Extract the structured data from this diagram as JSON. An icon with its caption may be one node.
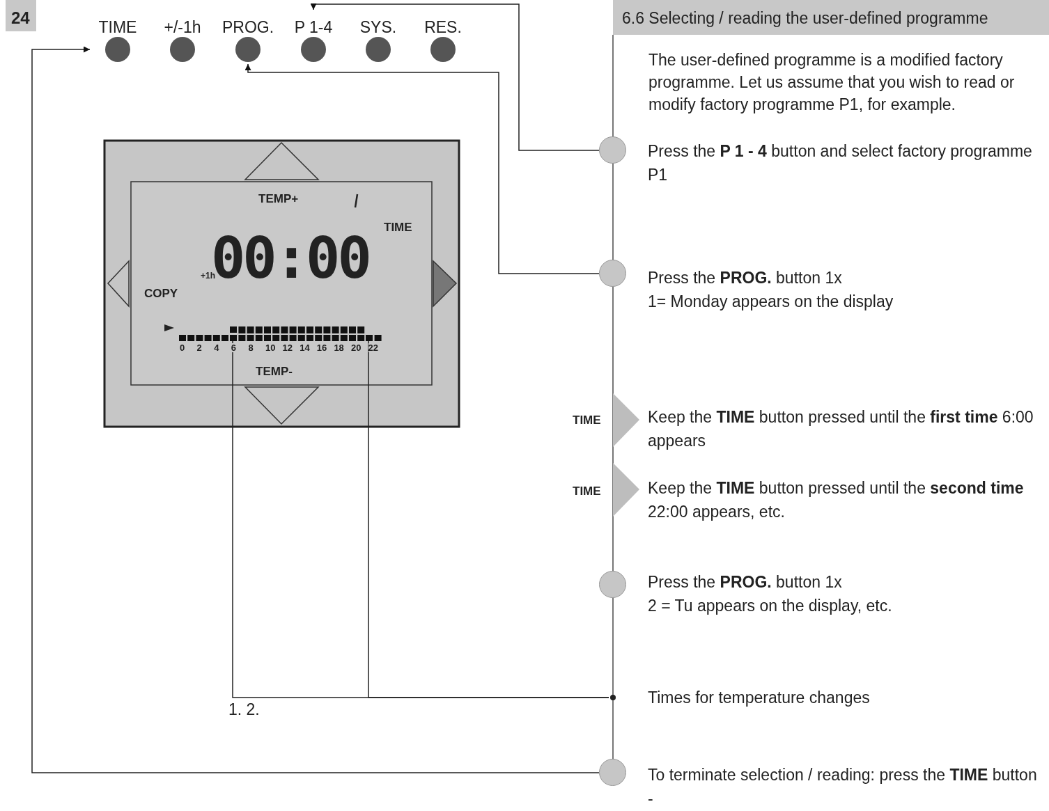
{
  "diagram": {
    "title": "6.6 Selecting / reading the user-defined programme",
    "nodes": [
      {
        "text": [
          "TIME"
        ]
      },
      {
        "text": [
          "+/-1h"
        ]
      },
      {
        "text": [
          "PROG."
        ]
      },
      {
        "text": [
          "P 1-4"
        ]
      },
      {
        "text": [
          "SYS."
        ]
      },
      {
        "text": [
          "RES."
        ]
      },
      {
        "text": [
          "Press the **P 1 - 4** button and select factory programme P1"
        ]
      },
      {
        "text": [
          "Press the **PROG.** button 1x",
          "1= Monday appears on the display"
        ]
      },
      {
        "text": [
          "Keep the **TIME** button pressed until the **first time** 6:00 appears"
        ],
        "beside": [
          "TIME"
        ]
      },
      {
        "text": [
          "Keep the **TIME** button pressed until the **second time** 22:00 appears, etc."
        ],
        "beside": [
          "TIME"
        ]
      },
      {
        "text": [
          "Press the **PROG.** button 1x",
          "2 = Tu appears on the display, etc."
        ]
      },
      {
        "text": [
          "Times for temperature changes"
        ]
      },
      {
        "text": [
          "To terminate selection / reading: press the **TIME** button -"
        ]
      },
      {
        "text": [],
        "shape": "bar"
      },
      {
        "text": [],
        "shape": "bar"
      }
    ],
    "edges": [
      {
        "from": 6,
        "to": 3,
        "arrow": "to"
      },
      {
        "from": 7,
        "to": 2,
        "arrow": "to"
      },
      {
        "from": 11,
        "to": 13,
        "arrow": "none"
      },
      {
        "from": 11,
        "to": 14,
        "arrow": "none"
      },
      {
        "from": 12,
        "to": 0,
        "arrow": "to"
      }
    ],
    "labels": [
      "24",
      "The user-defined programme is a modified factory programme. Let us assume that you wish to read or modify factory programme P1, for example.",
      "TEMP+",
      "TIME",
      "+1h",
      "00:00",
      "COPY",
      "0",
      "2",
      "4",
      "6",
      "8",
      "10",
      "12",
      "14",
      "16",
      "18",
      "20",
      "22",
      "TEMP-",
      "1. 2."
    ]
  }
}
